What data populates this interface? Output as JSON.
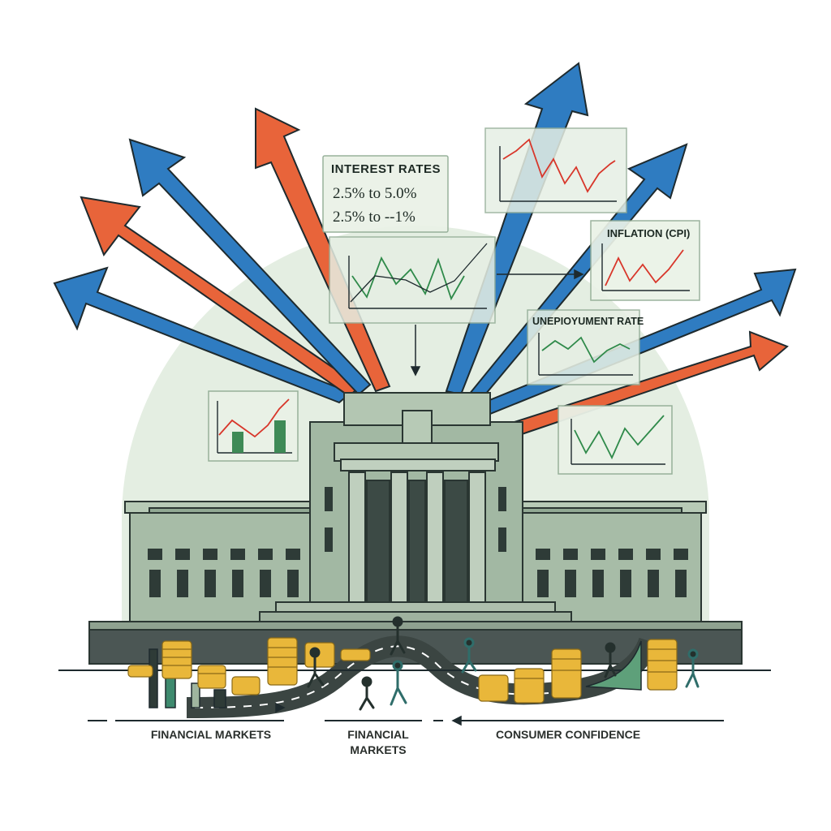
{
  "panels": {
    "interest_rates": {
      "title": "INTEREST RATES",
      "line1": "2.5% to  5.0%",
      "line2": "2.5% to  --1%"
    },
    "inflation": {
      "title": "INFLATION (CPI)"
    },
    "unemployment": {
      "title": "UNEPIOYUMENT RATE"
    }
  },
  "bottom_labels": {
    "financial_markets_left": "FINANCIAL MARKETS",
    "financial_markets_center": "FINANCIAL MARKETS",
    "consumer_confidence": "CONSUMER CONFIDENCE"
  },
  "colors": {
    "blue_arrow": "#2f7cc1",
    "orange_arrow": "#e8643a",
    "building": "#9fb59f",
    "building_dark": "#3c4a45",
    "halo": "#e4eee2",
    "coin": "#e9b73a",
    "panel_bg": "#e6efe4",
    "chart_red": "#d8362a",
    "chart_green": "#2f8a4a"
  },
  "icons": [
    "arrow-up-icon",
    "coin-stack-icon",
    "person-walking-icon",
    "bar-chart-icon",
    "line-chart-icon"
  ]
}
